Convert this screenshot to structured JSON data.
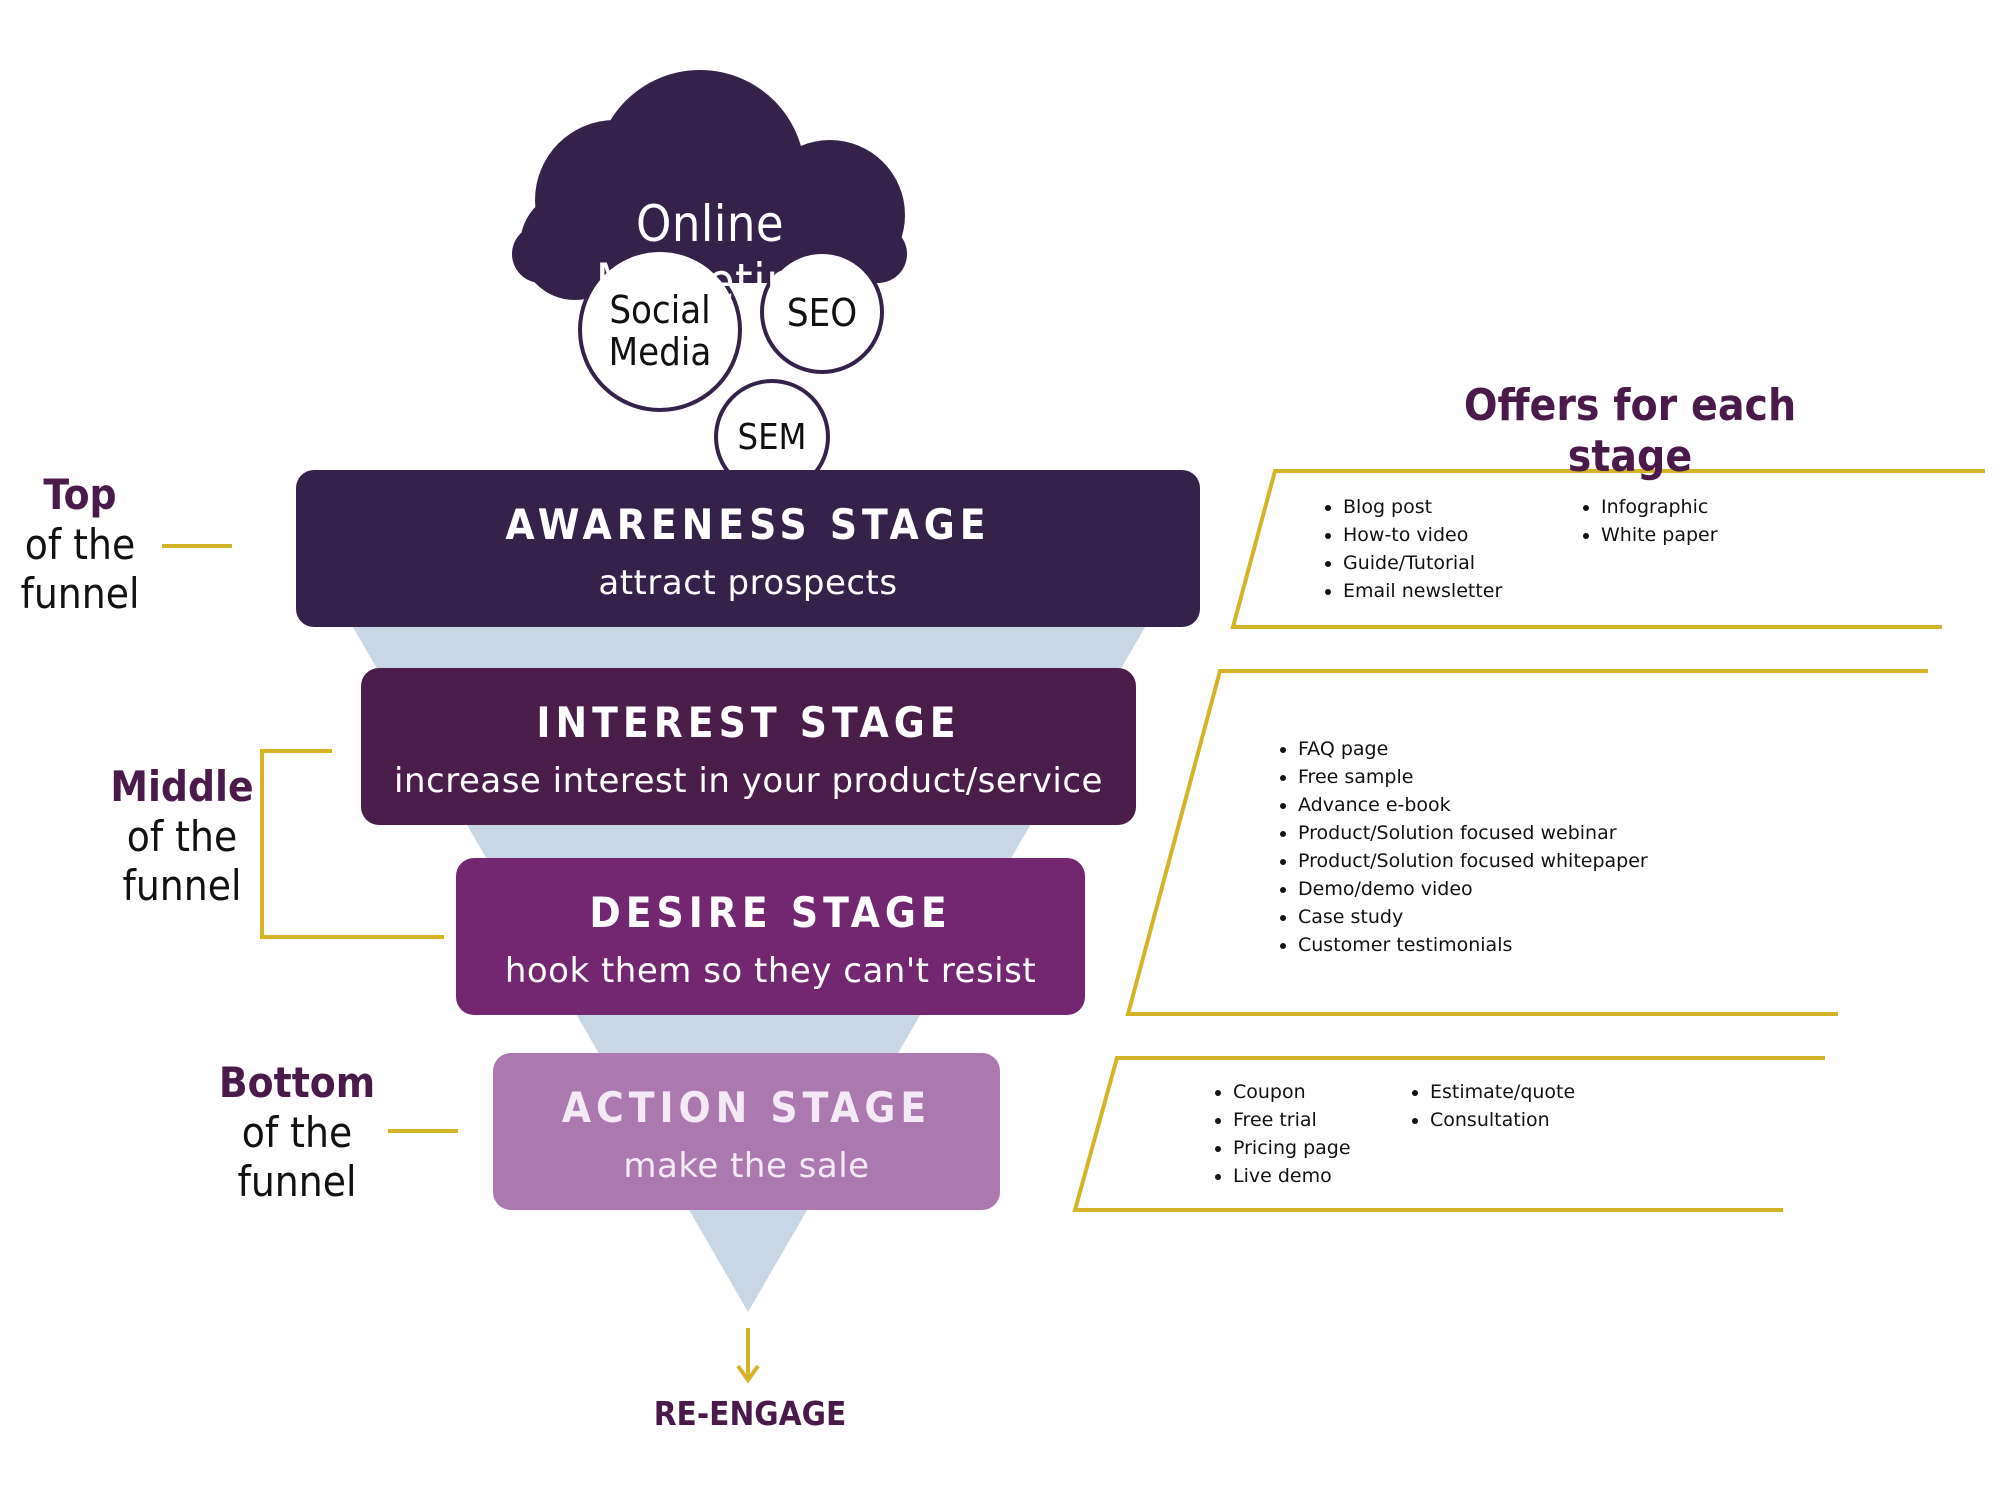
{
  "colors": {
    "dark_purple": "#34224a",
    "interest_purple": "#4a1d4a",
    "desire_purple": "#732770",
    "action_purple": "#ab79b0",
    "funnel_blue": "#c9d6e6",
    "gold": "#d4b426",
    "label_purple": "#4a1a4a"
  },
  "cloud": {
    "title": "Online Marketing",
    "bubbles": {
      "social_line1": "Social",
      "social_line2": "Media",
      "seo": "SEO",
      "sem": "SEM"
    }
  },
  "stages": [
    {
      "title": "AWARENESS STAGE",
      "subtitle": "attract prospects"
    },
    {
      "title": "INTEREST STAGE",
      "subtitle": "increase interest in your product/service"
    },
    {
      "title": "DESIRE STAGE",
      "subtitle": "hook them so they can't resist"
    },
    {
      "title": "ACTION STAGE",
      "subtitle": "make the sale"
    }
  ],
  "side_labels": {
    "top": {
      "strong": "Top",
      "line2": "of the",
      "line3": "funnel"
    },
    "middle": {
      "strong": "Middle",
      "line2": "of the",
      "line3": "funnel"
    },
    "bottom": {
      "strong": "Bottom",
      "line2": "of the",
      "line3": "funnel"
    }
  },
  "offers": {
    "heading": "Offers for each stage",
    "awareness": {
      "col1": [
        "Blog post",
        "How-to video",
        "Guide/Tutorial",
        "Email newsletter"
      ],
      "col2": [
        "Infographic",
        "White paper"
      ]
    },
    "middle": [
      "FAQ page",
      "Free sample",
      "Advance e-book",
      "Product/Solution focused webinar",
      "Product/Solution focused whitepaper",
      "Demo/demo video",
      "Case study",
      "Customer testimonials"
    ],
    "action": {
      "col1": [
        "Coupon",
        "Free trial",
        "Pricing page",
        "Live demo"
      ],
      "col2": [
        "Estimate/quote",
        "Consultation"
      ]
    }
  },
  "reengage": "RE-ENGAGE"
}
